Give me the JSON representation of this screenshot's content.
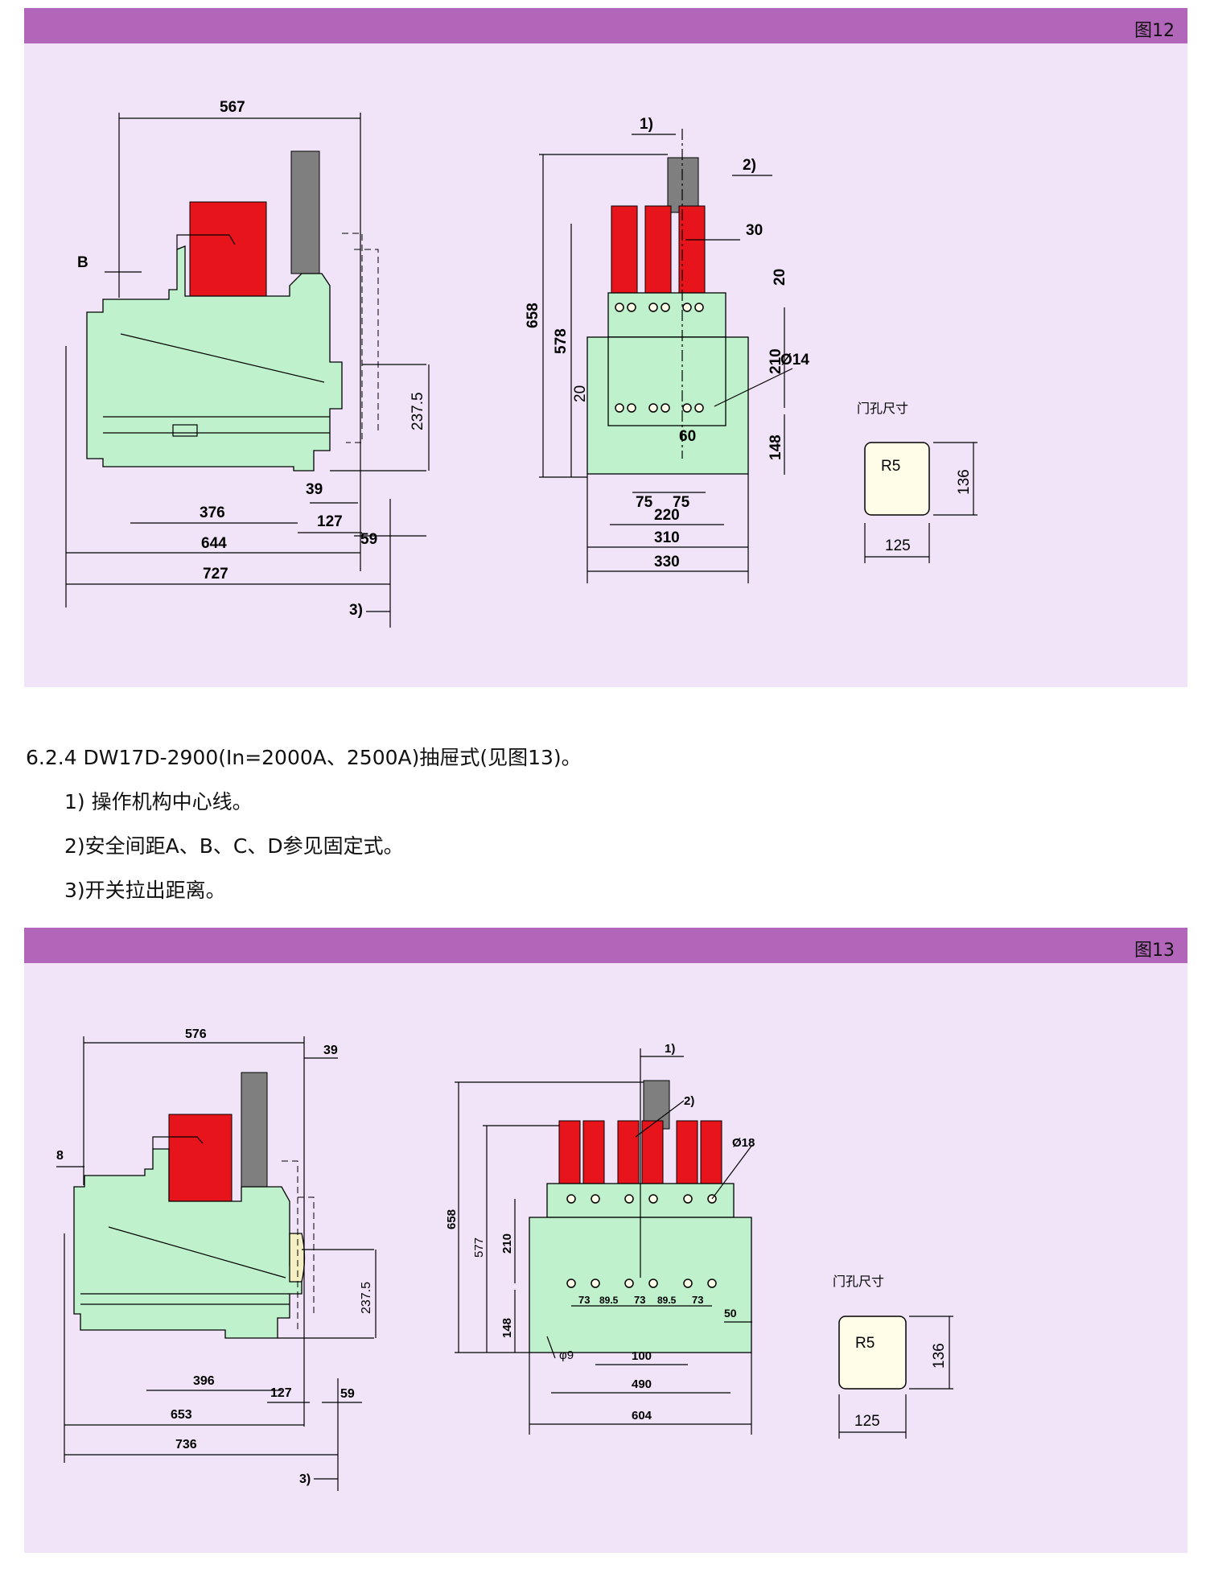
{
  "figures": [
    {
      "label": "图12",
      "side": {
        "top": "567",
        "b": "B",
        "h": "237.5",
        "w1": "376",
        "w2": "127",
        "w3": "59",
        "w4": "39",
        "w5": "644",
        "w6": "727",
        "note3": "3)"
      },
      "front": {
        "n1": "1)",
        "n2": "2)",
        "t30": "30",
        "h20a": "20",
        "h658": "658",
        "h578": "578",
        "h210": "210",
        "h20b": "20",
        "d14": "Ø14",
        "w60": "60",
        "h148": "148",
        "w75a": "75",
        "w75b": "75",
        "w220": "220",
        "w310": "310",
        "w330": "330"
      },
      "hole": {
        "caption": "门孔尺寸",
        "r": "R5",
        "w": "125",
        "h": "136"
      }
    },
    {
      "label": "图13",
      "side": {
        "top": "576",
        "t39": "39",
        "b": "8",
        "h": "237.5",
        "w1": "396",
        "w2": "127",
        "w3": "59",
        "w5": "653",
        "w6": "736",
        "note3": "3)"
      },
      "front": {
        "n1": "1)",
        "n2": "2)",
        "d18": "Ø18",
        "h658": "658",
        "h577": "577",
        "h210": "210",
        "h148": "148",
        "d73a": "73",
        "d895a": "89.5",
        "d73b": "73",
        "d895b": "89.5",
        "d73c": "73",
        "d50": "50",
        "phi9": "φ9",
        "w100": "100",
        "w490": "490",
        "w604": "604"
      },
      "hole": {
        "caption": "门孔尺寸",
        "r": "R5",
        "w": "125",
        "h": "136"
      }
    }
  ],
  "text": {
    "heading": "6.2.4 DW17D-2900(In=2000A、2500A)抽屉式(见图13)。",
    "item1": "1) 操作机构中心线。",
    "item2": "2)安全间距A、B、C、D参见固定式。",
    "item3": "3)开关拉出距离。"
  }
}
